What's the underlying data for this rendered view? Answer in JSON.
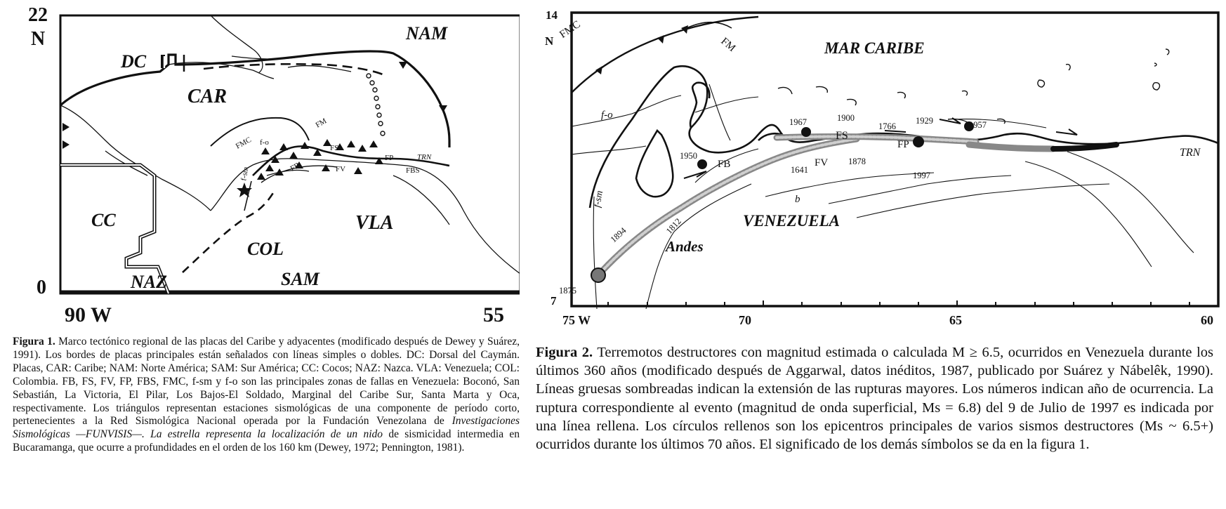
{
  "figure1": {
    "lat_top": "22",
    "north_label": "N",
    "lat_bottom": "0",
    "lon_left": "90 W",
    "lon_right": "55",
    "plates": {
      "NAM": "NAM",
      "DC": "DC",
      "CAR": "CAR",
      "CC": "CC",
      "NAZ": "NAZ",
      "COL": "COL",
      "SAM": "SAM",
      "VLA": "VLA"
    },
    "faults": {
      "FMC": "FMC",
      "FM": "FM",
      "fo": "f-o",
      "fsm": "f-sm",
      "FB": "FB",
      "FS": "FS",
      "FV": "FV",
      "FP": "FP",
      "FBS": "FBS",
      "TRN": "TRN"
    },
    "caption": {
      "label": "Figura 1.",
      "text": "Marco tectónico regional de las placas del Caribe y adyacentes (modificado después de Dewey y Suárez, 1991). Los bordes de placas principales están señalados con líneas simples o dobles. DC: Dorsal del Caymán. Placas, CAR: Caribe; NAM: Norte América; SAM: Sur América; CC: Cocos; NAZ: Nazca. VLA: Venezuela; COL: Colombia. FB, FS, FV, FP, FBS, FMC, f-sm y f-o son las principales zonas de fallas en Venezuela: Boconó, San Sebastián, La Victoria, El Pilar, Los Bajos-El Soldado, Marginal del Caribe Sur, Santa Marta y Oca, respectivamente. Los triángulos representan estaciones sismológicas de una componente de período corto, pertenecientes a la Red Sismológica Nacional operada por la Fundación Venezolana de",
      "italic": "Investigaciones Sismológicas —FUNVISIS—. La estrella representa la localización de un nido",
      "tail": "de sismicidad intermedia en Bucaramanga, que ocurre a profundidades en el orden de los 160 km (Dewey, 1972; Pennington, 1981)."
    }
  },
  "figure2": {
    "lat_top": "14",
    "north_label": "N",
    "lat_bottom": "7",
    "lon_labels": [
      "75 W",
      "70",
      "65",
      "60"
    ],
    "region_labels": {
      "sea": "MAR CARIBE",
      "country": "VENEZUELA",
      "andes": "Andes"
    },
    "faults": {
      "FMC": "FMC",
      "FM": "FM",
      "fo": "f-o",
      "fsm": "f-sm",
      "FB": "FB",
      "FS": "FS",
      "FV": "FV",
      "FP": "FP",
      "TRN": "TRN"
    },
    "years": [
      "1967",
      "1900",
      "1766",
      "1929",
      "1957",
      "1950",
      "1878",
      "1641",
      "1997",
      "1894",
      "1812",
      "1875"
    ],
    "misc": "b",
    "caption": {
      "label": "Figura 2.",
      "text": "Terremotos destructores con magnitud estimada o calculada M ≥ 6.5, ocurridos en Venezuela durante los últimos 360 años (modificado después de Aggarwal, datos inéditos, 1987, publicado por Suárez y Nábelêk, 1990). Líneas gruesas sombreadas indican la extensión de las rupturas mayores. Los números indican año de ocurrencia. La ruptura correspondiente al evento (magnitud de onda superficial, Ms = 6.8) del 9 de Julio de 1997 es indicada por una línea rellena. Los círculos rellenos son los epicentros principales de varios sismos destructores (Ms ~ 6.5+) ocurridos durante los últimos 70 años. El significado de los demás símbolos se da en la figura 1."
    }
  }
}
